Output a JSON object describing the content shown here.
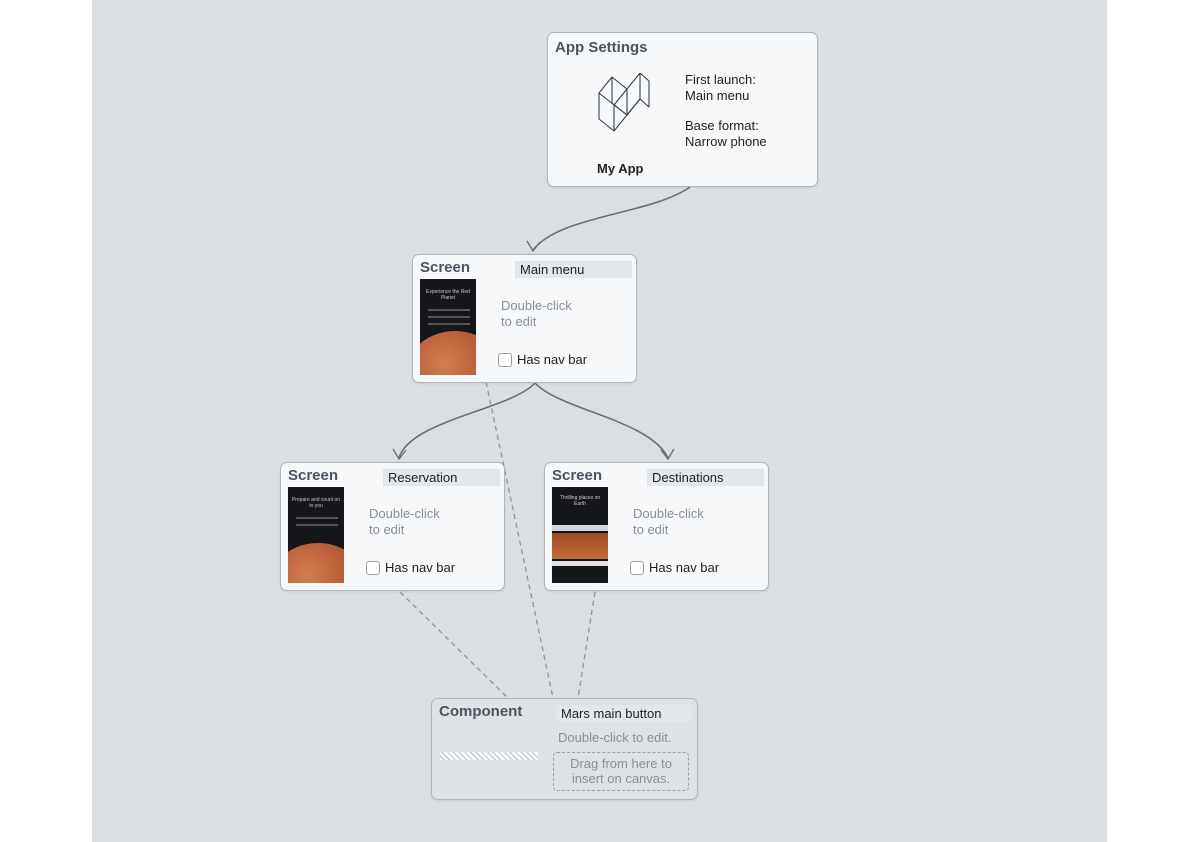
{
  "settings": {
    "title": "App Settings",
    "app_name": "My App",
    "first_launch_label": "First launch:",
    "first_launch_value": "Main menu",
    "base_format_label": "Base format:",
    "base_format_value": "Narrow phone"
  },
  "screens": [
    {
      "type_label": "Screen",
      "name": "Main menu",
      "hint": "Double-click\nto edit",
      "nav_bar_label": "Has nav bar",
      "has_nav_bar": false,
      "thumb_caption": "Experience the Red Planet"
    },
    {
      "type_label": "Screen",
      "name": "Reservation",
      "hint": "Double-click\nto edit",
      "nav_bar_label": "Has nav bar",
      "has_nav_bar": false,
      "thumb_caption": "Prepare and count on to you"
    },
    {
      "type_label": "Screen",
      "name": "Destinations",
      "hint": "Double-click\nto edit",
      "nav_bar_label": "Has nav bar",
      "has_nav_bar": false,
      "thumb_caption": "Thrilling places on Earth"
    }
  ],
  "component": {
    "type_label": "Component",
    "name": "Mars main button",
    "hint": "Double-click to edit.",
    "drag_hint": "Drag from here to\ninsert on canvas."
  },
  "colors": {
    "canvas": "#dcdfe2",
    "node_bg": "#f7f8f9",
    "node_border": "#aeb5bb",
    "link": "#6f7a82",
    "planet": "#a84b28"
  },
  "icons": {
    "app_logo": "app-logo-icon",
    "checkbox": "checkbox-icon",
    "arrow": "arrowhead-icon"
  }
}
